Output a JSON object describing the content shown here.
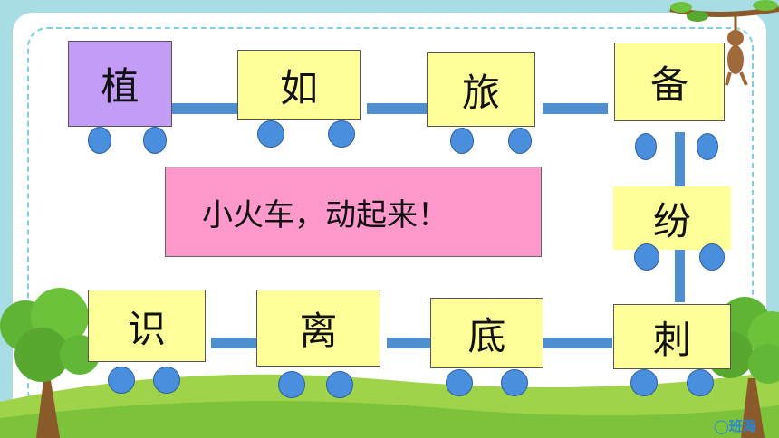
{
  "title": "小火车，动起来！",
  "cars_top": [
    "植",
    "如",
    "旅",
    "备"
  ],
  "car_right": "纷",
  "cars_bottom": [
    "识",
    "离",
    "底",
    "刺"
  ],
  "logo": "班海",
  "colors": {
    "car_fill": "#ffff99",
    "highlight_fill": "#c39cf5",
    "title_fill": "#ff99cc",
    "wheel": "#4a8fde",
    "link": "#4f8fcf",
    "frame_border": "#7fd0dc"
  }
}
